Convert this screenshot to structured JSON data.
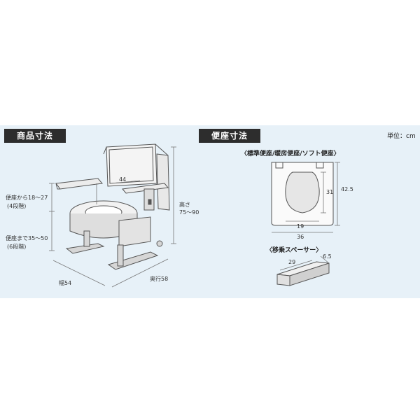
{
  "headers": {
    "product": "商品寸法",
    "seat": "便座寸法"
  },
  "unit": "単位：cm",
  "product": {
    "armrest_from_seat": "便座から18～27",
    "armrest_steps": "(4段階)",
    "seat_height": "便座まで35～50",
    "seat_steps": "(6段階)",
    "height_label": "高さ",
    "height_range": "75～90",
    "back_width": "44",
    "width": "幅54",
    "depth": "奥行58"
  },
  "seat": {
    "types_label": "〈標準便座/暖房便座/ソフト便座〉",
    "inner_length": "31",
    "outer_length": "42.5",
    "inner_width": "19",
    "outer_width": "36",
    "spacer_label": "〈移乗スペーサー〉",
    "spacer_length": "29",
    "spacer_height": "6.5"
  },
  "colors": {
    "panel": "#e7f1f8",
    "header": "#2d2d2d",
    "line": "#555555"
  }
}
